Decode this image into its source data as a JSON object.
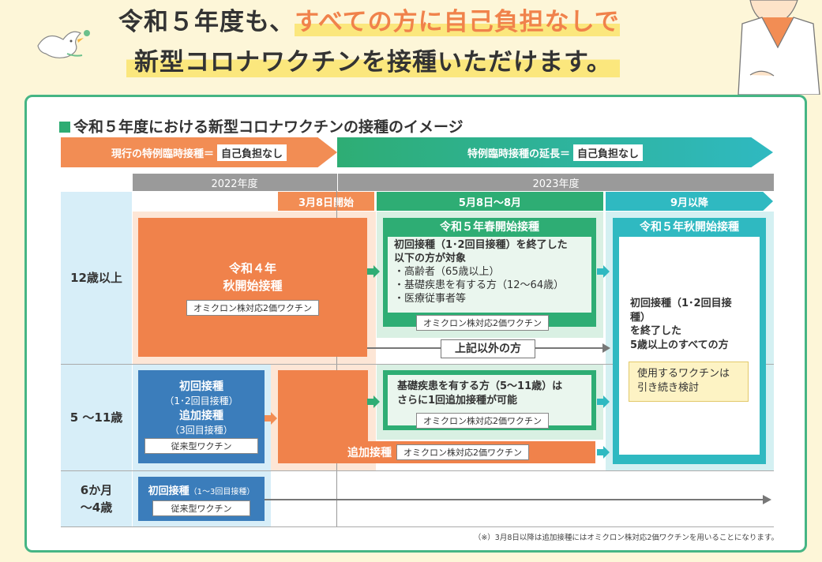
{
  "header": {
    "line1_plain_a": "令和５年度も、",
    "line1_accent": "すべての方に自己負担なしで",
    "line2": "新型コロナワクチンを接種いただけます。"
  },
  "panel": {
    "title": "令和５年度における新型コロナワクチンの接種のイメージ",
    "arrow_current": {
      "label": "現行の特例臨時接種＝",
      "chip": "自己負担なし"
    },
    "arrow_extension": {
      "label": "特例臨時接種の延長＝",
      "chip": "自己負担なし"
    },
    "years": [
      "2022年度",
      "2023年度"
    ],
    "sub_periods": [
      "3月8日開始",
      "5月8日～8月",
      "9月以降"
    ],
    "rows": [
      "12歳以上",
      "5 ～11歳",
      "6か月\n～4歳"
    ],
    "r4_autumn": {
      "title": "令和４年\n秋開始接種",
      "chip": "オミクロン株対応2価ワクチン"
    },
    "r5_spring": {
      "title": "令和５年春開始接種",
      "body_bold": "初回接種（1･2回目接種）を終了した\n以下の方が対象",
      "items": [
        "・高齢者（65歳以上）",
        "・基礎疾患を有する方（12～64歳）",
        "・医療従事者等"
      ],
      "chip": "オミクロン株対応2価ワクチン"
    },
    "others": "上記以外の方",
    "r5_autumn": {
      "title": "令和５年秋開始接種",
      "body": "初回接種（1･2回目接種）\nを終了した\n5歳以上のすべての方",
      "vaccine_note": "使用するワクチンは\n引き続き検討"
    },
    "child_primary": {
      "line1": "初回接種",
      "line2": "（1･2回目接種）",
      "line3": "追加接種",
      "line4": "（3回目接種）",
      "chip": "従来型ワクチン"
    },
    "child_underlying": {
      "body": "基礎疾患を有する方（5～11歳）は\nさらに1回追加接種が可能",
      "chip": "オミクロン株対応2価ワクチン"
    },
    "child_booster": {
      "label": "追加接種",
      "chip": "オミクロン株対応2価ワクチン"
    },
    "infant": {
      "title": "初回接種",
      "detail": "（1～3回目接種）",
      "chip": "従来型ワクチン"
    },
    "footnote": "（※）3月8日以降は追加接種にはオミクロン株対応2価ワクチンを用いることになります。"
  },
  "colors": {
    "orange": "#f0824b",
    "green": "#2ead74",
    "teal": "#2fb9c1",
    "blue": "#3b7dbb",
    "gray": "#9a9a9a",
    "highlight": "#fbe77d"
  }
}
